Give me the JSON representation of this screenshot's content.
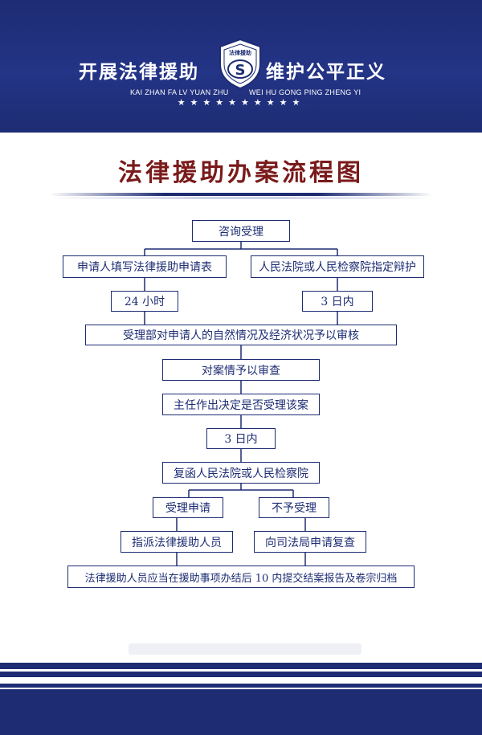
{
  "header": {
    "slogan_left": "开展法律援助",
    "slogan_right": "维护公平正义",
    "pinyin_left": "KAI ZHAN FA LV YUAN ZHU",
    "pinyin_right": "WEI HU GONG PING ZHENG YI",
    "stars": "★★★★★★★★★★",
    "badge_text": "法律援助",
    "badge_mark": "S"
  },
  "title": "法律援助办案流程图",
  "flow": {
    "consult": "咨询受理",
    "apply": "申请人填写法律援助申请表",
    "court_assign": "人民法院或人民检察院指定辩护",
    "hours24": "24 小时",
    "days3_a": "3 日内",
    "review_status": "受理部对申请人的自然情况及经济状况予以审核",
    "review_case": "对案情予以审查",
    "director_decision": "主任作出决定是否受理该案",
    "days3_b": "3 日内",
    "reply_court": "复函人民法院或人民检察院",
    "accept": "受理申请",
    "reject": "不予受理",
    "assign_staff": "指派法律援助人员",
    "appeal": "向司法局申请复查",
    "archive": "法律援助人员应当在援助事项办结后 10 内提交结案报告及卷宗归档"
  },
  "colors": {
    "navy": "#1d2c73",
    "title_red": "#7a1a1a",
    "panel": "#ffffff"
  }
}
